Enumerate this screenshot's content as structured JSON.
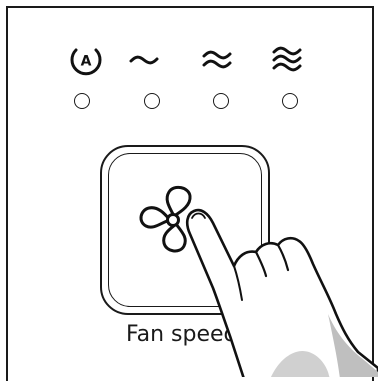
{
  "modes": [
    {
      "name": "auto",
      "icon": "auto-mode-icon",
      "glyph": "A"
    },
    {
      "name": "low",
      "icon": "low-speed-wave-icon"
    },
    {
      "name": "medium",
      "icon": "medium-speed-wave-icon"
    },
    {
      "name": "high",
      "icon": "high-speed-wave-icon"
    }
  ],
  "fan_button": {
    "label": "Fan speed",
    "icon": "fan-icon"
  },
  "hand": {
    "icon": "pointing-hand-icon"
  }
}
